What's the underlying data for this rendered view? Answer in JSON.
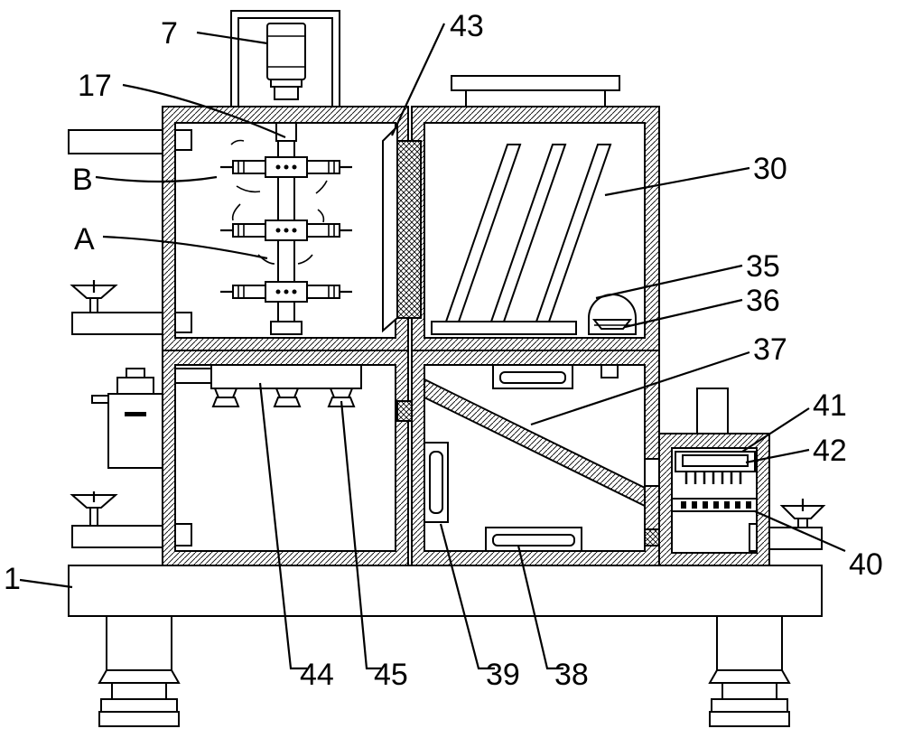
{
  "labels": {
    "l1": "1",
    "l7": "7",
    "l17": "17",
    "lB": "B",
    "lA": "A",
    "l43": "43",
    "l30": "30",
    "l35": "35",
    "l36": "36",
    "l37": "37",
    "l41": "41",
    "l42": "42",
    "l40": "40",
    "l44": "44",
    "l45": "45",
    "l39": "39",
    "l38": "38"
  }
}
